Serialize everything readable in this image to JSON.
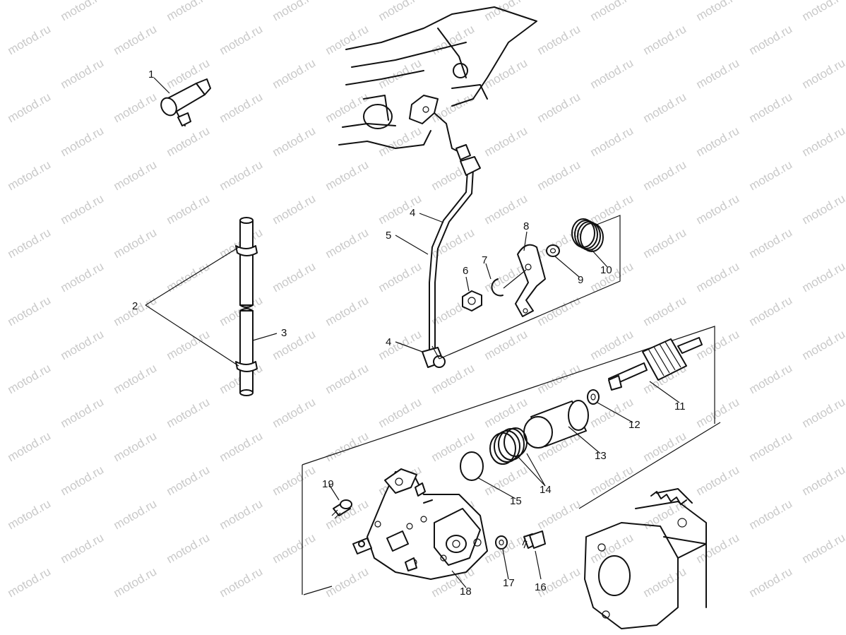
{
  "watermark": {
    "text": "motod.ru",
    "color": "#c9c9c9"
  },
  "callouts": [
    {
      "id": "c1",
      "label": "1"
    },
    {
      "id": "c2",
      "label": "2"
    },
    {
      "id": "c3",
      "label": "3"
    },
    {
      "id": "c4a",
      "label": "4"
    },
    {
      "id": "c4b",
      "label": "4"
    },
    {
      "id": "c5",
      "label": "5"
    },
    {
      "id": "c6",
      "label": "6"
    },
    {
      "id": "c7",
      "label": "7"
    },
    {
      "id": "c8",
      "label": "8"
    },
    {
      "id": "c9",
      "label": "9"
    },
    {
      "id": "c10",
      "label": "10"
    },
    {
      "id": "c11",
      "label": "11"
    },
    {
      "id": "c12",
      "label": "12"
    },
    {
      "id": "c13",
      "label": "13"
    },
    {
      "id": "c14",
      "label": "14"
    },
    {
      "id": "c15",
      "label": "15"
    },
    {
      "id": "c16",
      "label": "16"
    },
    {
      "id": "c17",
      "label": "17"
    },
    {
      "id": "c18",
      "label": "18"
    },
    {
      "id": "c19",
      "label": "19"
    }
  ]
}
